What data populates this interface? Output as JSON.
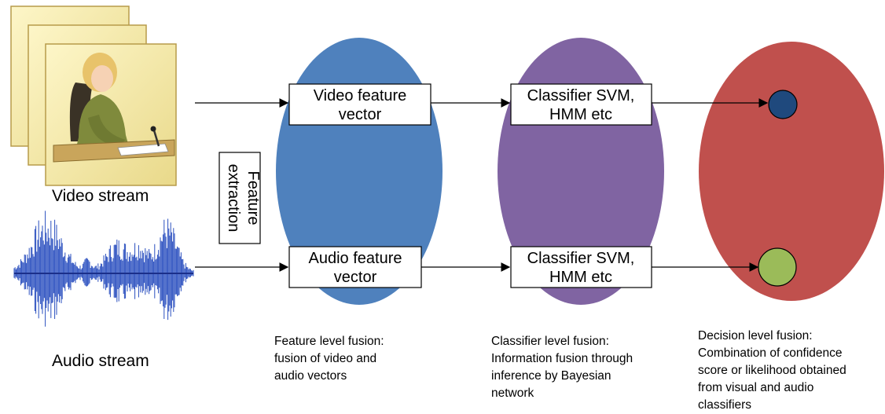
{
  "streams": {
    "video_label": "Video stream",
    "audio_label": "Audio stream"
  },
  "feature_extraction": {
    "line1": "Feature",
    "line2": "extraction"
  },
  "feature_level": {
    "color": "#4f81bd",
    "video_box": {
      "line1": "Video feature",
      "line2": "vector"
    },
    "audio_box": {
      "line1": "Audio feature",
      "line2": "vector"
    },
    "caption": [
      "Feature level fusion:",
      "fusion of video and",
      "audio vectors"
    ]
  },
  "classifier_level": {
    "color": "#8064a2",
    "video_box": {
      "line1": "Classifier SVM,",
      "line2": "HMM etc"
    },
    "audio_box": {
      "line1": "Classifier SVM,",
      "line2": "HMM etc"
    },
    "caption": [
      "Classifier level fusion:",
      "Information fusion through",
      "inference by Bayesian",
      "network"
    ]
  },
  "decision_level": {
    "color": "#c0504d",
    "video_output_color": "#1f497d",
    "audio_output_color": "#9bbb59",
    "caption": [
      "Decision level fusion:",
      "Combination of confidence",
      "score or likelihood obtained",
      "from visual and audio",
      "classifiers"
    ]
  }
}
